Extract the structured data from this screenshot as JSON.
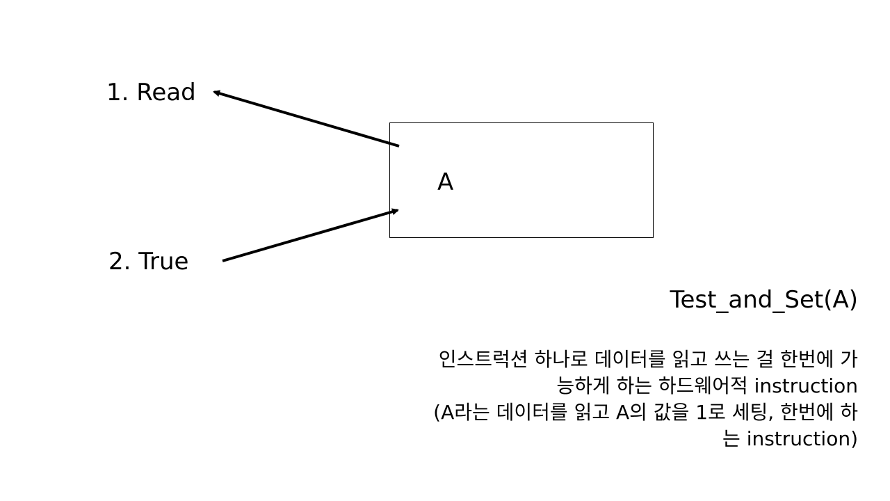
{
  "labels": {
    "read": "1. Read",
    "true": "2. True",
    "box": "A"
  },
  "function_title": "Test_and_Set(A)",
  "description": {
    "lines": [
      "인스트럭션 하나로 데이터를 읽고 쓰는 걸 한번에 가",
      "능하게 하는 하드웨어적 instruction",
      "(A라는 데이터를 읽고 A의 값을 1로 세팅, 한번에 하",
      "는 instruction)"
    ]
  },
  "colors": {
    "ink": "#000000",
    "background": "#ffffff"
  }
}
